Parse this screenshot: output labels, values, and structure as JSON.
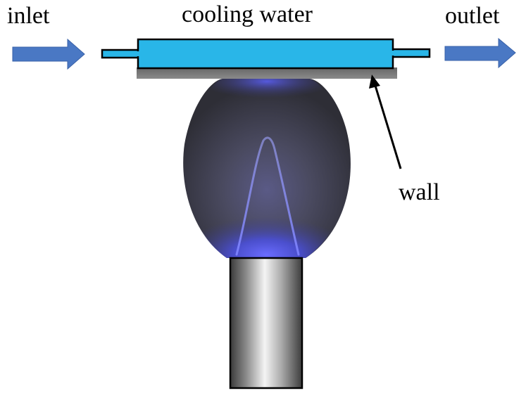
{
  "labels": {
    "inlet": "inlet",
    "cooling_water": "cooling water",
    "outlet": "outlet",
    "wall": "wall"
  },
  "colors": {
    "water": "#29b6e8",
    "water_outline": "#000000",
    "wall": "#737373",
    "arrow": "#4a78c4",
    "flame_outer": "#3d3d48",
    "flame_blue": "#4a56e8",
    "burner_light": "#f2f2f2",
    "burner_dark": "#3c3c3c"
  }
}
